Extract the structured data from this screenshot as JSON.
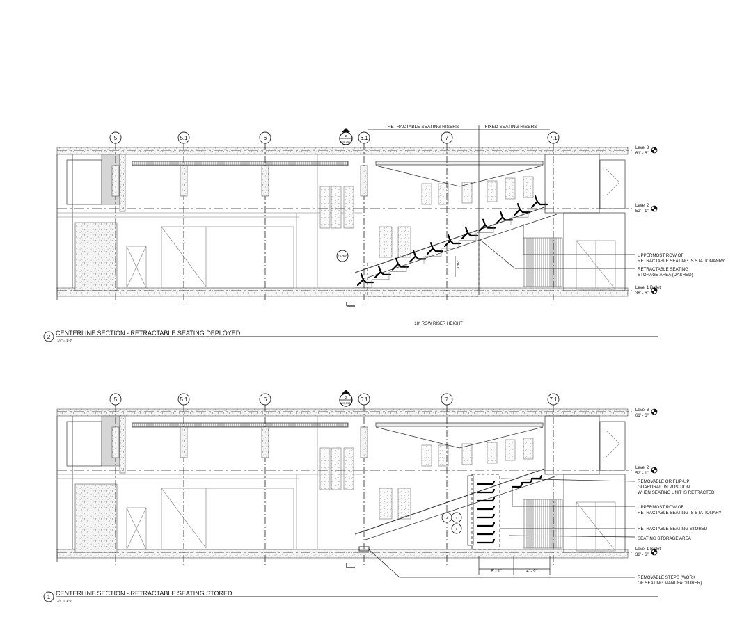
{
  "grid_labels": [
    "5",
    "5.1",
    "6",
    "6.1",
    "7",
    "7.1"
  ],
  "section_refs": {
    "head": "2",
    "sheet": "E5-302",
    "detail_top": "3",
    "detail_bottom": "4"
  },
  "levels": {
    "level3": {
      "name": "Level 3",
      "elev": "61' - 6\""
    },
    "level2": {
      "name": "Level 2",
      "elev": "52' - 1\""
    },
    "level1": {
      "name": "Level 1 Ballet",
      "elev": "38' - 6\""
    }
  },
  "section_top": {
    "number": "2",
    "title": "CENTERLINE SECTION - RETRACTABLE SEATING DEPLOYED",
    "scale": "1/4\" = 1'-0\"",
    "span_label_retractable": "RETRACTABLE SEATING RISERS",
    "span_label_fixed": "FIXED SEATING RISERS",
    "riser_note": "18\" ROW RISER HEIGHT",
    "typ_note": "TYP",
    "callouts": [
      "UPPERMOST ROW OF RETRACTABLE SEATING IS STATIONANRY",
      "RETRACTABLE SEATING STORAGE AREA (DASHED)"
    ]
  },
  "section_bottom": {
    "number": "1",
    "title": "CENTERLINE SECTION - RETRACTABLE SEATING STORED",
    "scale": "1/4\" = 1'-0\"",
    "dim_left": "6' - 1\"",
    "dim_right": "4' - 9\"",
    "callouts": [
      "REMOVABLE OR FLIP-UP GUARDRAIL IN POSITION WHEN SEATING UNIT IS RETRACTED",
      "UPPERMOST ROW OF RETRACTABLE SEATING IS STATIONARY",
      "RETRACTABLE SEATING STORED",
      "SEATING STORAGE AREA",
      "REMOVABLE STEPS (WORK OF SEATING MANUFACTURER)"
    ]
  }
}
